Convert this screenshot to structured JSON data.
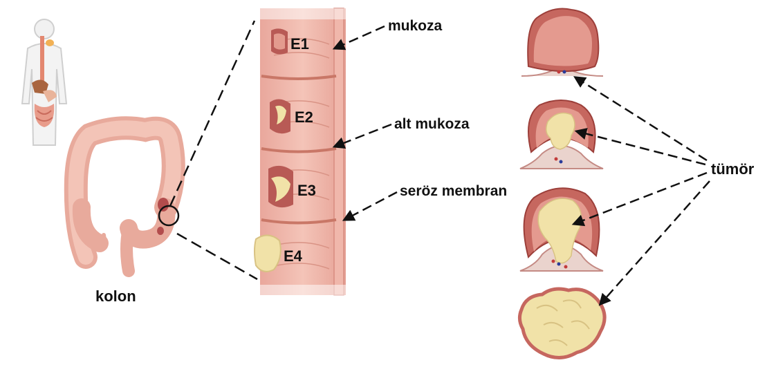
{
  "labels": {
    "kolon": "kolon",
    "stages": [
      "E1",
      "E2",
      "E3",
      "E4"
    ],
    "mukoza": "mukoza",
    "alt_mukoza": "alt mukoza",
    "seroz_membran": "seröz membran",
    "tumor": "tümör"
  },
  "colors": {
    "tissue": "#e8a59b",
    "tissue_dark": "#b8544f",
    "tumor": "#f1e2a8",
    "organ": "#f0b9ae",
    "body_outline": "#c9c9c9",
    "arrow": "#111111"
  },
  "icons": [
    "human-body-icon",
    "colon-icon",
    "magnifier-circle-icon"
  ]
}
